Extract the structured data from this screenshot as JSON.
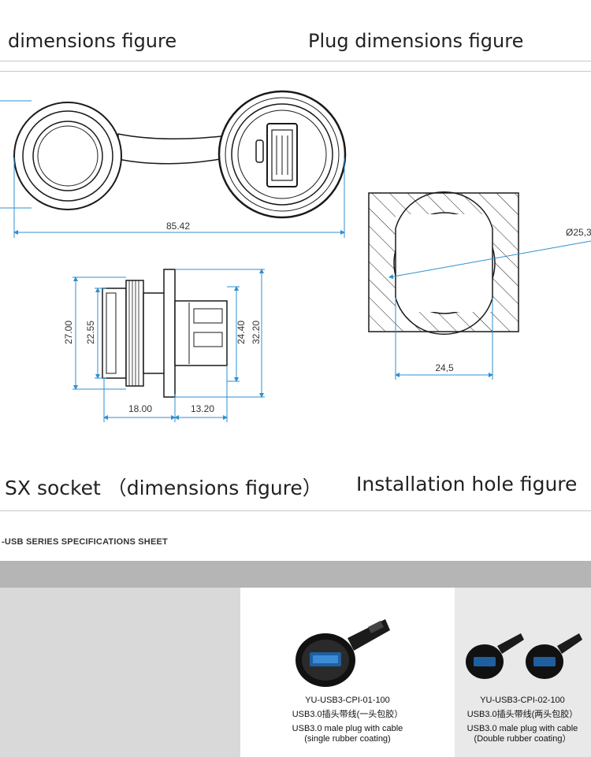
{
  "headings": {
    "top_left": "dimensions figure",
    "top_right": "Plug dimensions figure",
    "bottom_left": "SX socket （dimensions figure）",
    "bottom_right": "Installation hole figure"
  },
  "dimensions": {
    "width_total": "85.42",
    "height_outer": "27.00",
    "height_inner": "22.55",
    "height_flange": "24.40",
    "height_total": "32.20",
    "length_body": "18.00",
    "length_front": "13.20",
    "hole_width": "24,5",
    "hole_diameter": "Ø25,3"
  },
  "spec_sheet": {
    "title": "-USB SERIES SPECIFICATIONS SHEET"
  },
  "products": [
    {
      "model": "YU-USB3-CPI-01-100",
      "name_cn": "USB3.0插头带线(一头包胶）",
      "name_en": "USB3.0 male plug with cable",
      "note": "(single rubber coating)"
    },
    {
      "model": "YU-USB3-CPI-02-100",
      "name_cn": "USB3.0插头带线(两头包胶）",
      "name_en": "USB3.0 male plug with cable",
      "note": "(Double rubber coating）"
    }
  ],
  "colors": {
    "dimension_line": "#2f8fd0",
    "drawing_line": "#1a1a1a",
    "band_gray": "#b5b5b5"
  }
}
